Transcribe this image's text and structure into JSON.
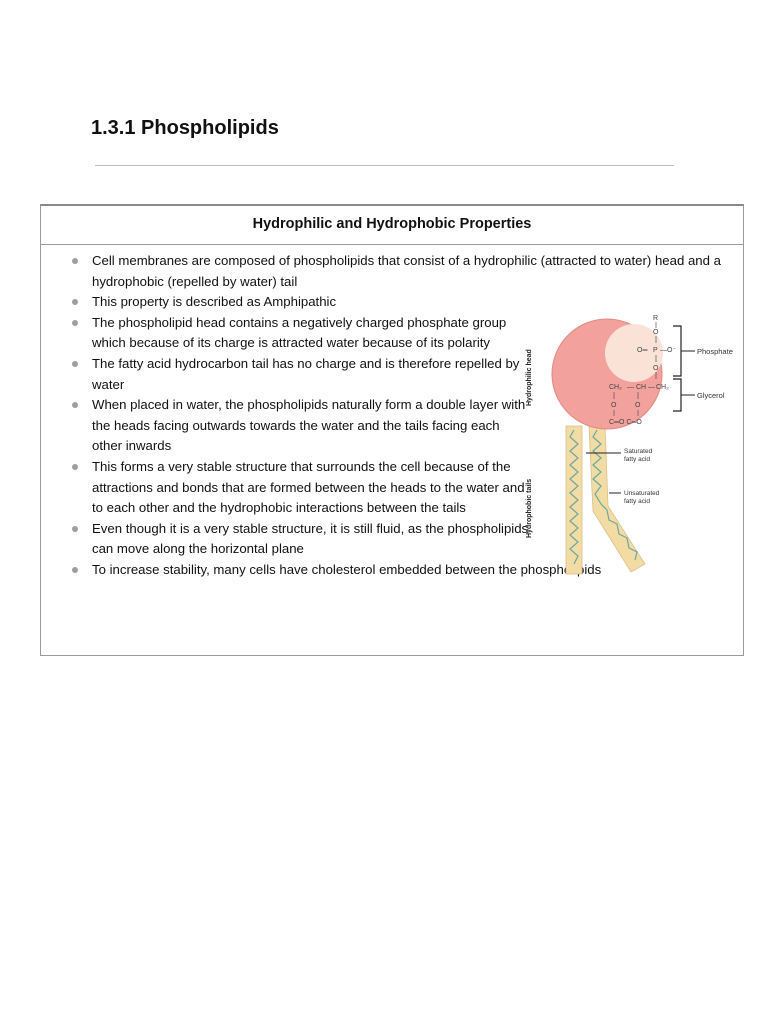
{
  "page_title": "1.3.1 Phospholipids",
  "box_heading": "Hydrophilic and Hydrophobic Properties",
  "bullets": [
    "Cell membranes are composed of phospholipids that consist of a hydrophilic (attracted to water) head and a hydrophobic (repelled by water) tail",
    "This property is described as Amphipathic",
    "The phospholipid head contains a negatively charged phosphate group which because of its charge is attracted water because of its polarity",
    "The fatty acid hydrocarbon tail has no charge and is therefore repelled by water",
    "When placed in water, the phospholipids naturally form a double layer with the heads facing outwards towards the water and the tails facing each other inwards",
    "This forms a very stable structure that surrounds the cell because of the attractions and bonds that are formed between the heads to the water and to each other and the hydrophobic interactions between the tails",
    "Even though it is a very stable structure, it is still fluid, as the phospholipids can move along the horizontal plane",
    "To increase stability, many cells have cholesterol embedded between the phospholipids"
  ],
  "diagram": {
    "label_hydrophilic_head": "Hydrophilic head",
    "label_hydrophobic_tails": "Hydrophobic tails",
    "label_phosphate": "Phosphate",
    "label_glycerol": "Glycerol",
    "label_saturated_line1": "Saturated",
    "label_saturated_line2": "fatty acid",
    "label_unsaturated_line1": "Unsaturated",
    "label_unsaturated_line2": "fatty acid",
    "chem_r": "R",
    "chem_o": "O",
    "chem_o_eq": "O═",
    "chem_p": "P",
    "chem_o_minus": "—O⁻",
    "chem_ch2_left": "CH₂",
    "chem_ch": "— CH —",
    "chem_ch2_right": "CH₂",
    "chem_bottom_row": "C═O C═O",
    "colors": {
      "head_fill": "#f2a19c",
      "inner_fill": "#fbe2d7",
      "tail_fill": "#f3dba4",
      "tail_line": "#6aa7a3"
    }
  }
}
